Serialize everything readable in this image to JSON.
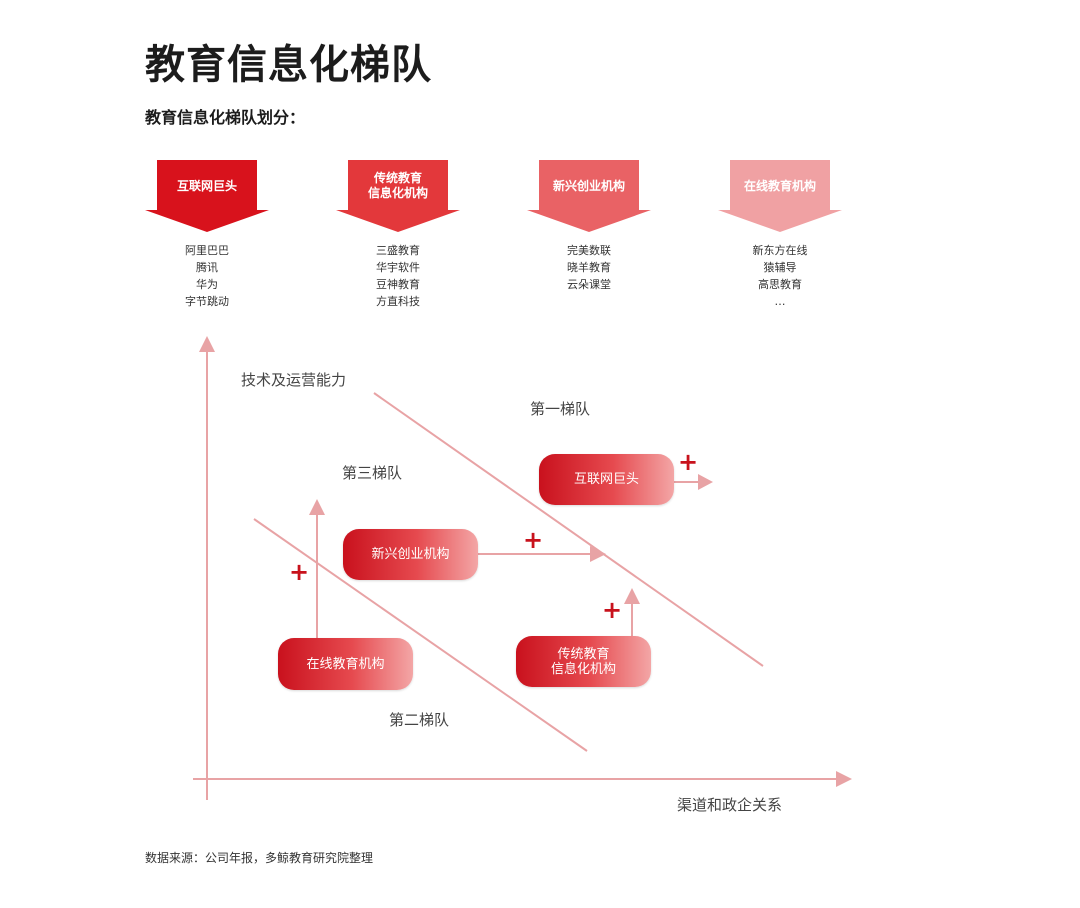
{
  "title": "教育信息化梯队",
  "subtitle": "教育信息化梯队划分：",
  "tiers": [
    {
      "label": "互联网巨头",
      "color": "#d8121c",
      "members": [
        "阿里巴巴",
        "腾讯",
        "华为",
        "字节跳动"
      ]
    },
    {
      "label": "传统教育\n信息化机构",
      "color": "#e3383b",
      "members": [
        "三盛教育",
        "华宇软件",
        "豆神教育",
        "方直科技"
      ]
    },
    {
      "label": "新兴创业机构",
      "color": "#e96265",
      "members": [
        "完美数联",
        "晓羊教育",
        "云朵课堂"
      ]
    },
    {
      "label": "在线教育机构",
      "color": "#f0a1a3",
      "members": [
        "新东方在线",
        "猿辅导",
        "高思教育",
        "…"
      ]
    }
  ],
  "diagram": {
    "y_axis_label": "技术及运营能力",
    "x_axis_label": "渠道和政企关系",
    "zones": {
      "first": "第一梯队",
      "second": "第二梯队",
      "third": "第三梯队"
    },
    "nodes": {
      "internet": "互联网巨头",
      "startup": "新兴创业机构",
      "online": "在线教育机构",
      "traditional": "传统教育\n信息化机构"
    },
    "plus_sign": "+",
    "line_color": "#e8a3a5",
    "accent_color": "#c8121c"
  },
  "source": "数据来源：公司年报，多鲸教育研究院整理"
}
